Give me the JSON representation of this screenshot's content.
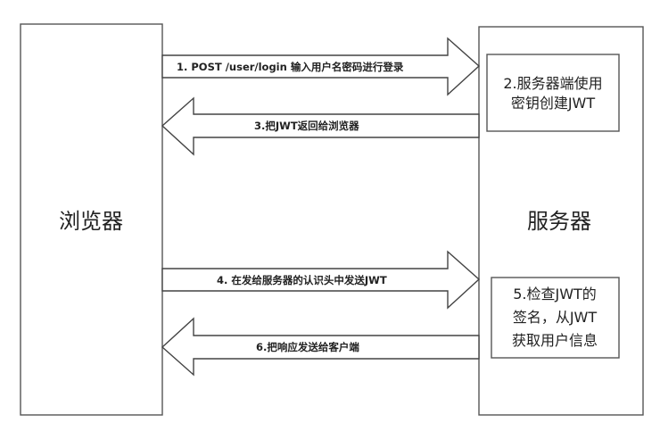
{
  "browser": {
    "label": "浏览器"
  },
  "server": {
    "label": "服务器"
  },
  "notes": {
    "create_jwt": [
      "2.服务器端使用",
      "密钥创建JWT"
    ],
    "verify_jwt": [
      "5.检查JWT的",
      "签名，从JWT",
      "获取用户信息"
    ]
  },
  "steps": {
    "step1": "1. POST /user/login 输入用户名密码进行登录",
    "step3": "3.把JWT返回给浏览器",
    "step4": "4. 在发给服务器的认识头中发送JWT",
    "step6": "6.把响应发送给客户端"
  }
}
